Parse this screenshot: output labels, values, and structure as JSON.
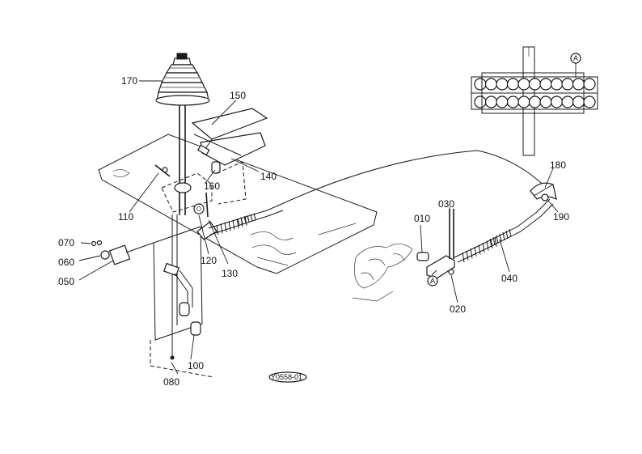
{
  "labels": {
    "p170": "170",
    "p150": "150",
    "p140": "140",
    "p160": "160",
    "p110": "110",
    "p120": "120",
    "p130": "130",
    "p070": "070",
    "p060": "060",
    "p050": "050",
    "p100": "100",
    "p080": "080",
    "p010": "010",
    "p030": "030",
    "p020": "020",
    "p040": "040",
    "p180": "180",
    "p190": "190",
    "ref_a_detail": "A",
    "ref_a_main": "A",
    "drawing_code": "Y0558-01"
  }
}
